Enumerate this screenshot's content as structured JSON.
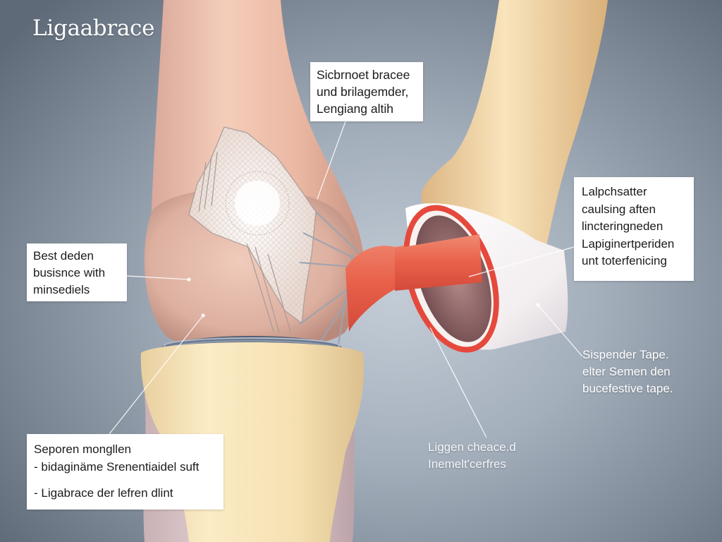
{
  "title": "Ligaabrace",
  "callouts": {
    "top": {
      "lines": [
        "Sicbrnoet bracee",
        "und brilagemder,",
        "Lengiang altih"
      ]
    },
    "right": {
      "lines": [
        "Lalpchsatter",
        "caulsing aften",
        "lincteringneden",
        "Lapiginertperiden",
        "unt toterfenicing"
      ]
    },
    "left": {
      "lines": [
        "Best deden",
        "busisnce with",
        "minsediels"
      ]
    },
    "bottom": {
      "heading": "Seporen mongllen",
      "bullets": [
        "- bidaginäme Srenentiaidel suft",
        "- Ligabrace der lefren dlint"
      ]
    }
  },
  "floating_labels": {
    "tape": {
      "lines": [
        "Sispender Tape.",
        "elter Semen den",
        "bucefestive tape."
      ]
    },
    "ligament": {
      "lines": [
        "Liggen cheace.d",
        "Inemelt'cerfres"
      ]
    }
  },
  "colors": {
    "background": "#8a95a3",
    "femur": "#e9b9a6",
    "tibia": "#f2dcae",
    "ligament": "#e9604a",
    "tape": "#f7f4f4",
    "tape_rim": "#e2453a",
    "meniscus": "#5f6b7c",
    "callout_bg": "#ffffff"
  }
}
